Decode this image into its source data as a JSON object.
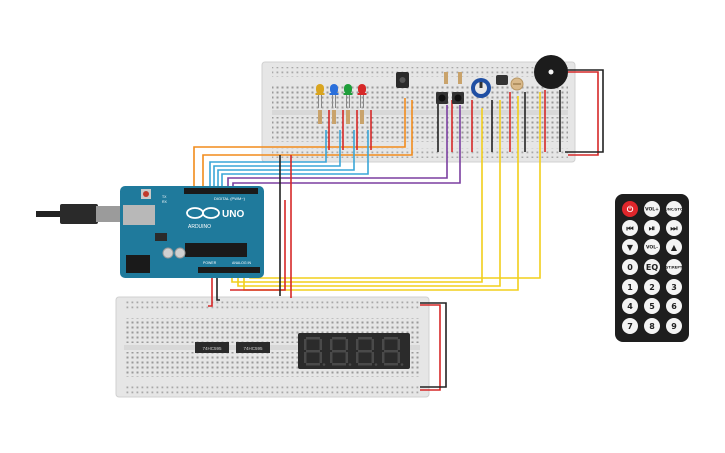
{
  "canvas": {
    "background": "#ffffff"
  },
  "arduino": {
    "logo_text": "UNO",
    "brand_text": "ARDUINO",
    "digital_label": "DIGITAL (PWM~)",
    "power_label": "POWER",
    "analog_label": "ANALOG IN",
    "tx_label": "TX",
    "rx_label": "RX",
    "board_color": "#1f7a9c"
  },
  "ic_chips": [
    {
      "label": "74HC595"
    },
    {
      "label": "74HC595"
    }
  ],
  "seven_segment_digits": [
    "8",
    "8",
    "8",
    "8"
  ],
  "remote": {
    "power_symbol": "⏻",
    "buttons": [
      {
        "id": "power",
        "label": "⏻"
      },
      {
        "id": "vol-up",
        "label": "VOL+"
      },
      {
        "id": "func-stop",
        "label": "FUNC/STOP"
      },
      {
        "id": "rewind",
        "label": "⏮"
      },
      {
        "id": "play-pause",
        "label": "⏯"
      },
      {
        "id": "forward",
        "label": "⏭"
      },
      {
        "id": "down",
        "label": "▼"
      },
      {
        "id": "vol-down",
        "label": "VOL-"
      },
      {
        "id": "up",
        "label": "▲"
      },
      {
        "id": "zero",
        "label": "0"
      },
      {
        "id": "eq",
        "label": "EQ"
      },
      {
        "id": "st-rept",
        "label": "ST/REPT"
      },
      {
        "id": "one",
        "label": "1"
      },
      {
        "id": "two",
        "label": "2"
      },
      {
        "id": "three",
        "label": "3"
      },
      {
        "id": "four",
        "label": "4"
      },
      {
        "id": "five",
        "label": "5"
      },
      {
        "id": "six",
        "label": "6"
      },
      {
        "id": "seven",
        "label": "7"
      },
      {
        "id": "eight",
        "label": "8"
      },
      {
        "id": "nine",
        "label": "9"
      }
    ]
  },
  "leds": [
    {
      "color": "#d9a520",
      "name": "yellow-led"
    },
    {
      "color": "#2a6fdb",
      "name": "blue-led"
    },
    {
      "color": "#1f9e3a",
      "name": "green-led"
    },
    {
      "color": "#d62828",
      "name": "red-led"
    }
  ],
  "wire_colors": {
    "orange": "#f28c1c",
    "blue": "#3aa6d8",
    "purple": "#7b3fa0",
    "yellow": "#f2cf1c",
    "red": "#d62828",
    "black": "#222222"
  }
}
